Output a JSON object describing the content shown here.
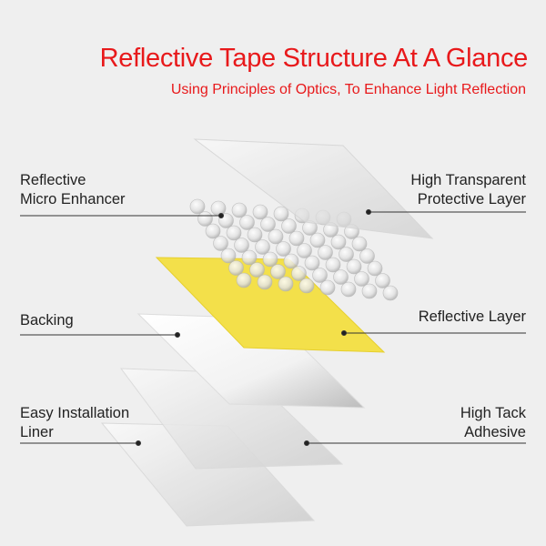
{
  "header": {
    "title": "Reflective Tape Structure At A Glance",
    "subtitle": "Using Principles of Optics, To Enhance Light Reflection"
  },
  "labels": {
    "micro_enhancer": [
      "Reflective",
      "Micro Enhancer"
    ],
    "protective_layer": [
      "High Transparent",
      "Protective Layer"
    ],
    "backing": "Backing",
    "reflective_layer": "Reflective Layer",
    "liner": [
      "Easy Installation",
      "Liner"
    ],
    "adhesive": [
      "High Tack",
      "Adhesive"
    ]
  },
  "colors": {
    "title": "#e8191b",
    "reflective_layer": "#f3e04a"
  }
}
